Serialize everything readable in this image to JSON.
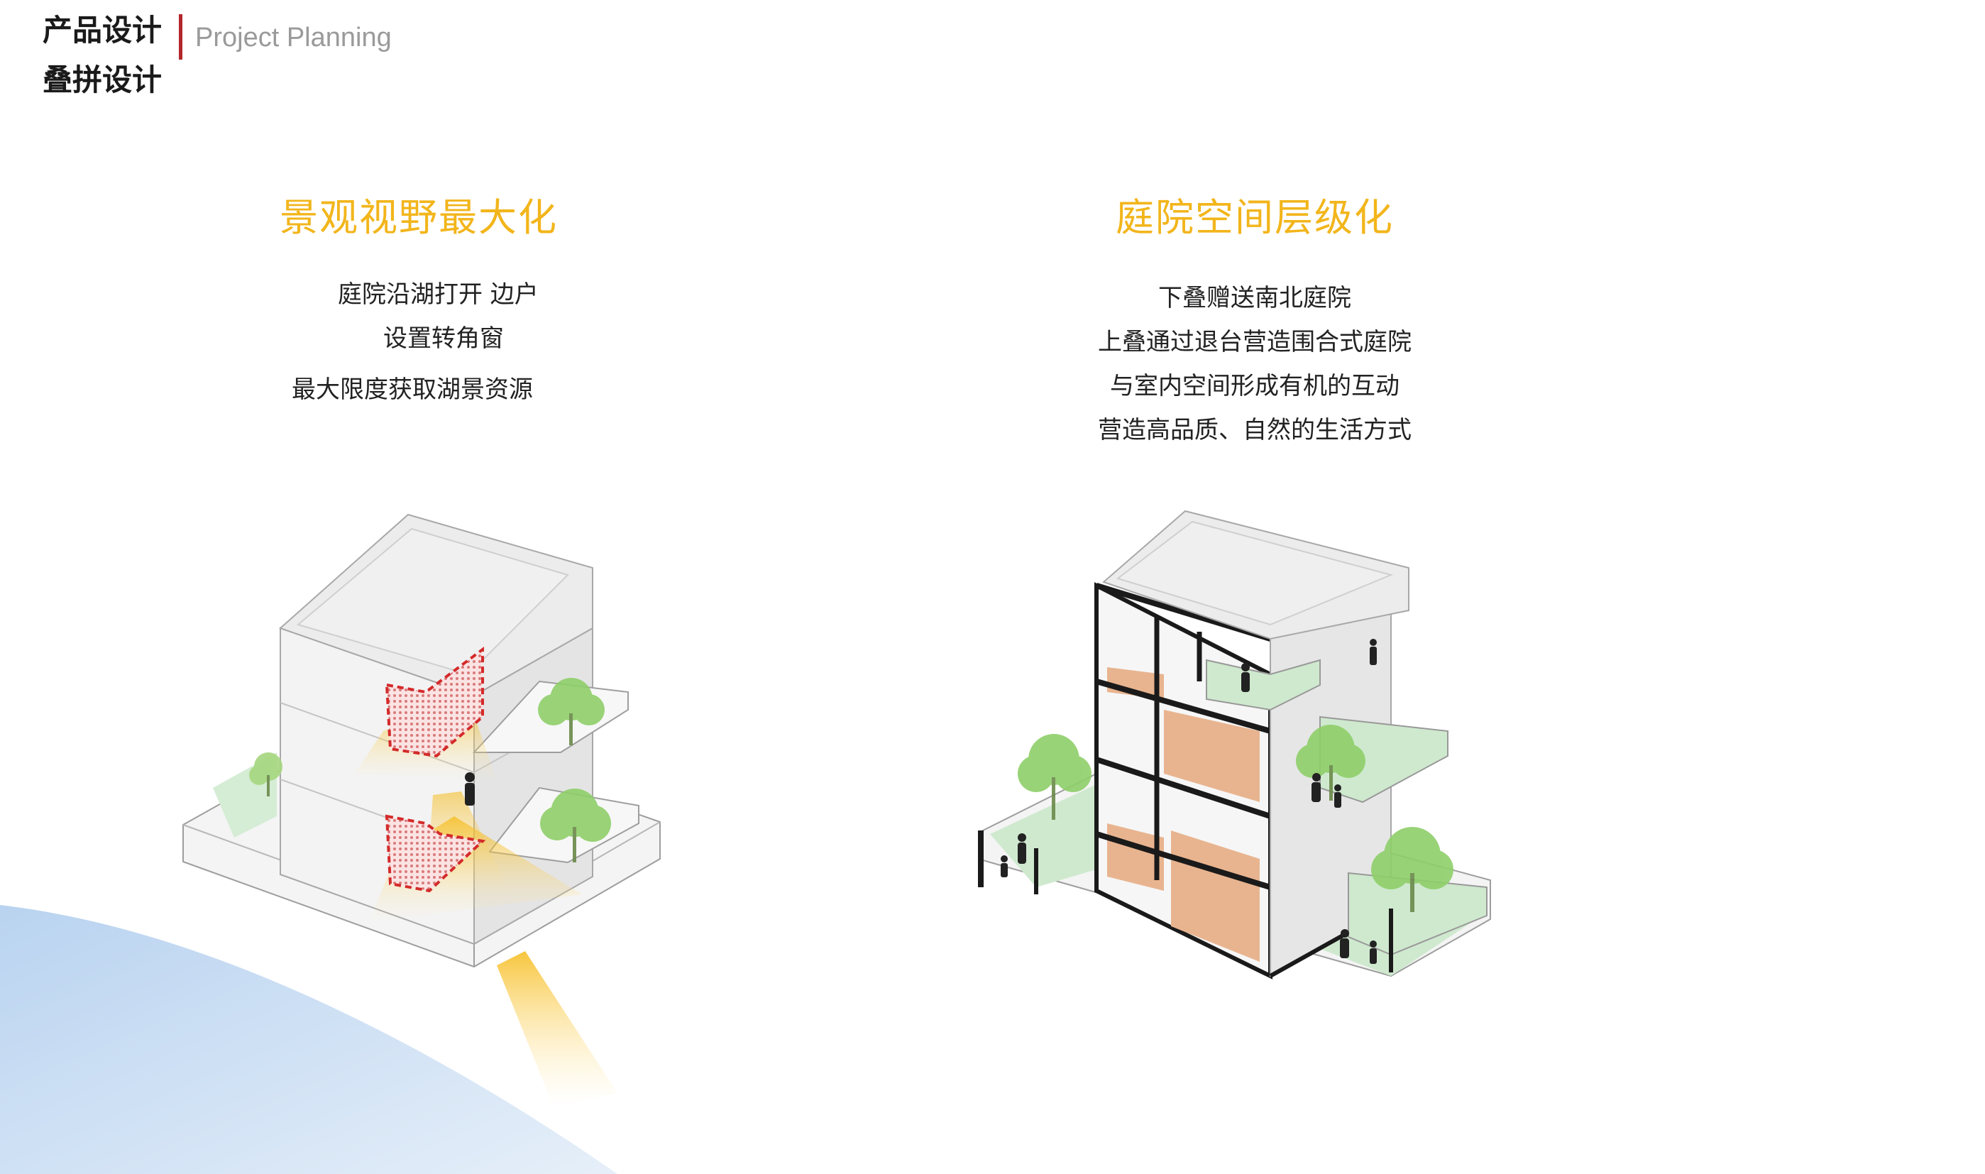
{
  "header": {
    "title_line1": "产品设计",
    "title_line2": "叠拼设计",
    "subtitle": "Project Planning"
  },
  "left_panel": {
    "title": "景观视野最大化",
    "lines": [
      "庭院沿湖打开 边户",
      "设置转角窗",
      "最大限度获取湖景资源"
    ]
  },
  "right_panel": {
    "title": "庭院空间层级化",
    "lines": [
      "下叠赠送南北庭院",
      "上叠通过退台营造围合式庭院",
      "与室内空间形成有机的互动",
      "营造高品质、自然的生活方式"
    ]
  },
  "colors": {
    "accent_bar": "#b3262b",
    "title_gold": "#f2b51b",
    "lake_blue": "#c9dcf2",
    "garden_green": "#cfe9cf",
    "interior_wood": "#e8b48f",
    "window_red": "#d42a2a"
  }
}
